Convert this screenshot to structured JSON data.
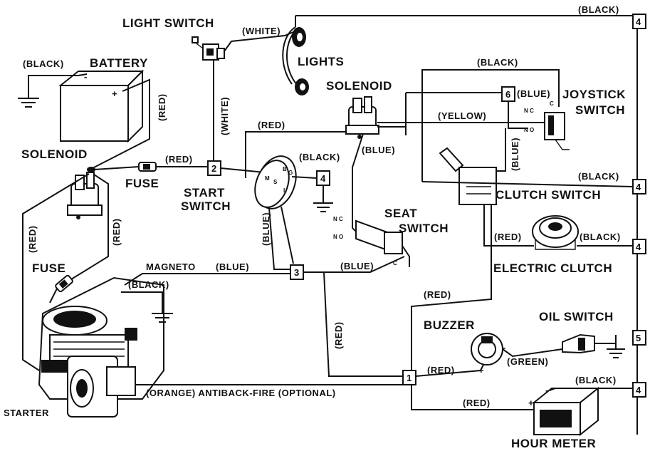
{
  "diagram": {
    "components": {
      "light_switch": "LIGHT SWITCH",
      "lights": "LIGHTS",
      "battery": "BATTERY",
      "solenoid_left": "SOLENOID",
      "solenoid_center": "SOLENOID",
      "joystick_switch_1": "JOYSTICK",
      "joystick_switch_2": "SWITCH",
      "fuse_top": "FUSE",
      "fuse_left": "FUSE",
      "start_switch_1": "START",
      "start_switch_2": "SWITCH",
      "seat_switch_1": "SEAT",
      "seat_switch_2": "SWITCH",
      "clutch_switch": "CLUTCH SWITCH",
      "electric_clutch": "ELECTRIC CLUTCH",
      "buzzer": "BUZZER",
      "oil_switch": "OIL SWITCH",
      "starter": "STARTER",
      "hour_meter": "HOUR METER",
      "magneto": "MAGNETO"
    },
    "wire_labels": {
      "white": "(WHITE)",
      "black": "(BLACK)",
      "red": "(RED)",
      "blue": "(BLUE)",
      "yellow": "(YELLOW)",
      "green": "(GREEN)",
      "antibackfire": "(ORANGE) ANTIBACK-FIRE (OPTIONAL)"
    },
    "terminals": {
      "t1": "1",
      "t2": "2",
      "t3": "3",
      "t4": "4",
      "t5": "5",
      "t6": "6"
    },
    "pins": {
      "nc": "N C",
      "no": "N O",
      "c": "C",
      "plus": "+",
      "minus": "-",
      "ss_b": "B",
      "ss_g": "G",
      "ss_s": "S",
      "ss_l": "L",
      "ss_m": "M"
    },
    "colors": {
      "ink": "#111111",
      "paper": "#ffffff"
    }
  }
}
